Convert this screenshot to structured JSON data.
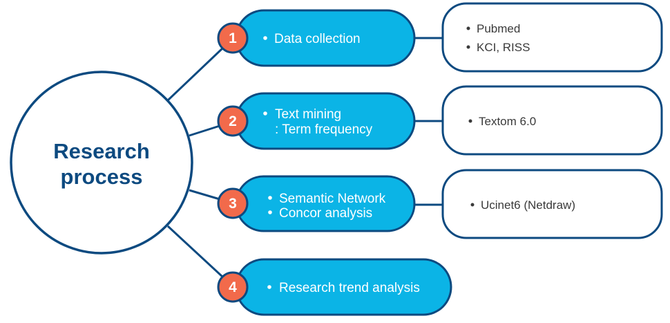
{
  "hub": {
    "line1": "Research",
    "line2": "process"
  },
  "steps": [
    {
      "number": "1",
      "lines": [
        "Data collection"
      ],
      "bullets": [
        true
      ],
      "tools": [
        "Pubmed",
        "KCI, RISS"
      ]
    },
    {
      "number": "2",
      "lines": [
        "Text mining",
        ": Term frequency"
      ],
      "bullets": [
        true,
        false
      ],
      "tools": [
        "Textom 6.0"
      ]
    },
    {
      "number": "3",
      "lines": [
        "Semantic Network",
        "Concor analysis"
      ],
      "bullets": [
        true,
        true
      ],
      "tools": [
        "Ucinet6 (Netdraw)"
      ]
    },
    {
      "number": "4",
      "lines": [
        "Research trend analysis"
      ],
      "bullets": [
        true
      ],
      "tools": []
    }
  ],
  "colors": {
    "outline": "#0d4a80",
    "pill_fill": "#0bb4e6",
    "badge_fill": "#f26a4b",
    "tool_text": "#3a3a3a"
  }
}
